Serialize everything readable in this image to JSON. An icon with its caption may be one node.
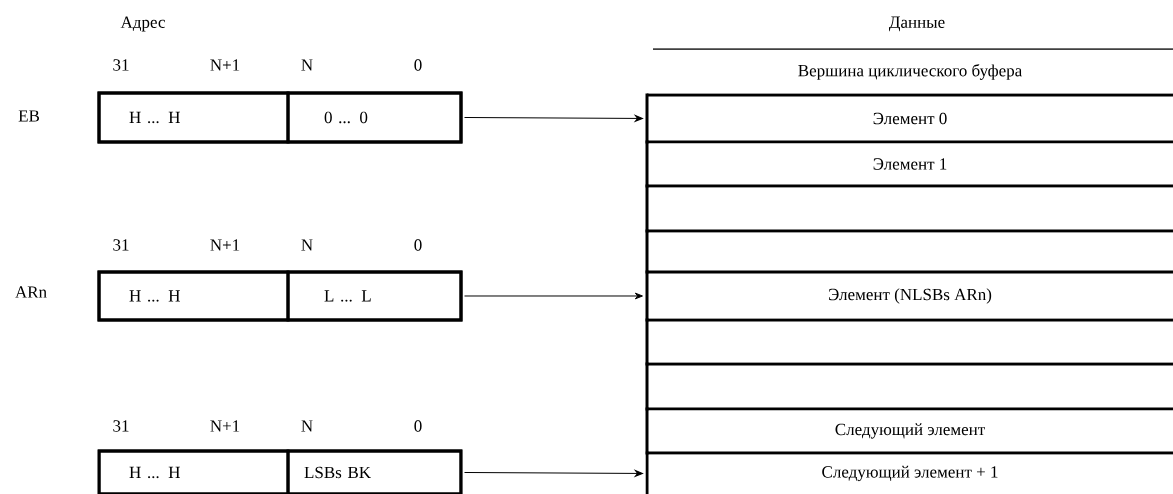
{
  "diagram": {
    "nodes": [
      {
        "text": [],
        "shape": "box",
        "beside": [
          "EB"
        ]
      },
      {
        "text": [
          "H ... H"
        ],
        "in": 0
      },
      {
        "text": [
          "0 ... 0"
        ],
        "in": 0
      },
      {
        "text": [],
        "shape": "box",
        "beside": [
          "ARn"
        ]
      },
      {
        "text": [
          "H ... H"
        ],
        "in": 3
      },
      {
        "text": [
          "L ... L"
        ],
        "in": 3
      },
      {
        "text": [],
        "shape": "box"
      },
      {
        "text": [
          "H ... H"
        ],
        "in": 6
      },
      {
        "text": [
          "LSBs BK"
        ],
        "in": 6
      },
      {
        "text": [
          "Вершина циклического буфера"
        ]
      },
      {
        "text": [
          "Элемент 0"
        ]
      },
      {
        "text": [
          "Элемент 1"
        ]
      },
      {
        "text": [],
        "shape": "box"
      },
      {
        "text": [],
        "shape": "box"
      },
      {
        "text": [
          "Элемент (NLSBs ARn)"
        ]
      },
      {
        "text": [],
        "shape": "box"
      },
      {
        "text": [],
        "shape": "box"
      },
      {
        "text": [
          "Следующий элемент"
        ]
      },
      {
        "text": [
          "Следующий элемент + 1"
        ]
      }
    ],
    "edges": [
      {
        "from": 0,
        "to": 10,
        "arrow": "to"
      },
      {
        "from": 3,
        "to": 14,
        "arrow": "to"
      },
      {
        "from": 6,
        "to": 18,
        "arrow": "to"
      }
    ],
    "labels": [
      "Адрес",
      "Данные",
      "31",
      "N+1",
      "N",
      "0",
      "31",
      "N+1",
      "N",
      "0",
      "31",
      "N+1",
      "N",
      "0"
    ]
  }
}
